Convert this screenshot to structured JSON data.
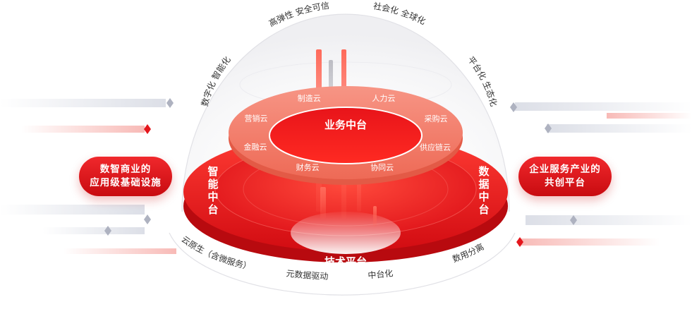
{
  "colors": {
    "accent": "#e4161c",
    "ring": "#f07b6a",
    "dark_text": "#333333"
  },
  "left_callout": {
    "line1": "数智商业的",
    "line2": "应用级基础设施"
  },
  "right_callout": {
    "line1": "企业服务产业的",
    "line2": "共创平台"
  },
  "core": {
    "top_ring_title": "业务中台",
    "ring_items": [
      "制造云",
      "人力云",
      "采购云",
      "供应链云",
      "协同云",
      "财务云",
      "金融云",
      "营销云"
    ],
    "left_band": [
      "智",
      "能",
      "中",
      "台"
    ],
    "right_band": [
      "数",
      "据",
      "中",
      "台"
    ],
    "base_title": "技术平台"
  },
  "outer_top_labels": [
    "数字化 智能化",
    "高弹性 安全可信",
    "社会化 全球化",
    "平台化 生态化"
  ],
  "outer_bottom_labels": [
    "云原生（含微服务）",
    "元数据驱动",
    "中台化",
    "数用分离"
  ]
}
